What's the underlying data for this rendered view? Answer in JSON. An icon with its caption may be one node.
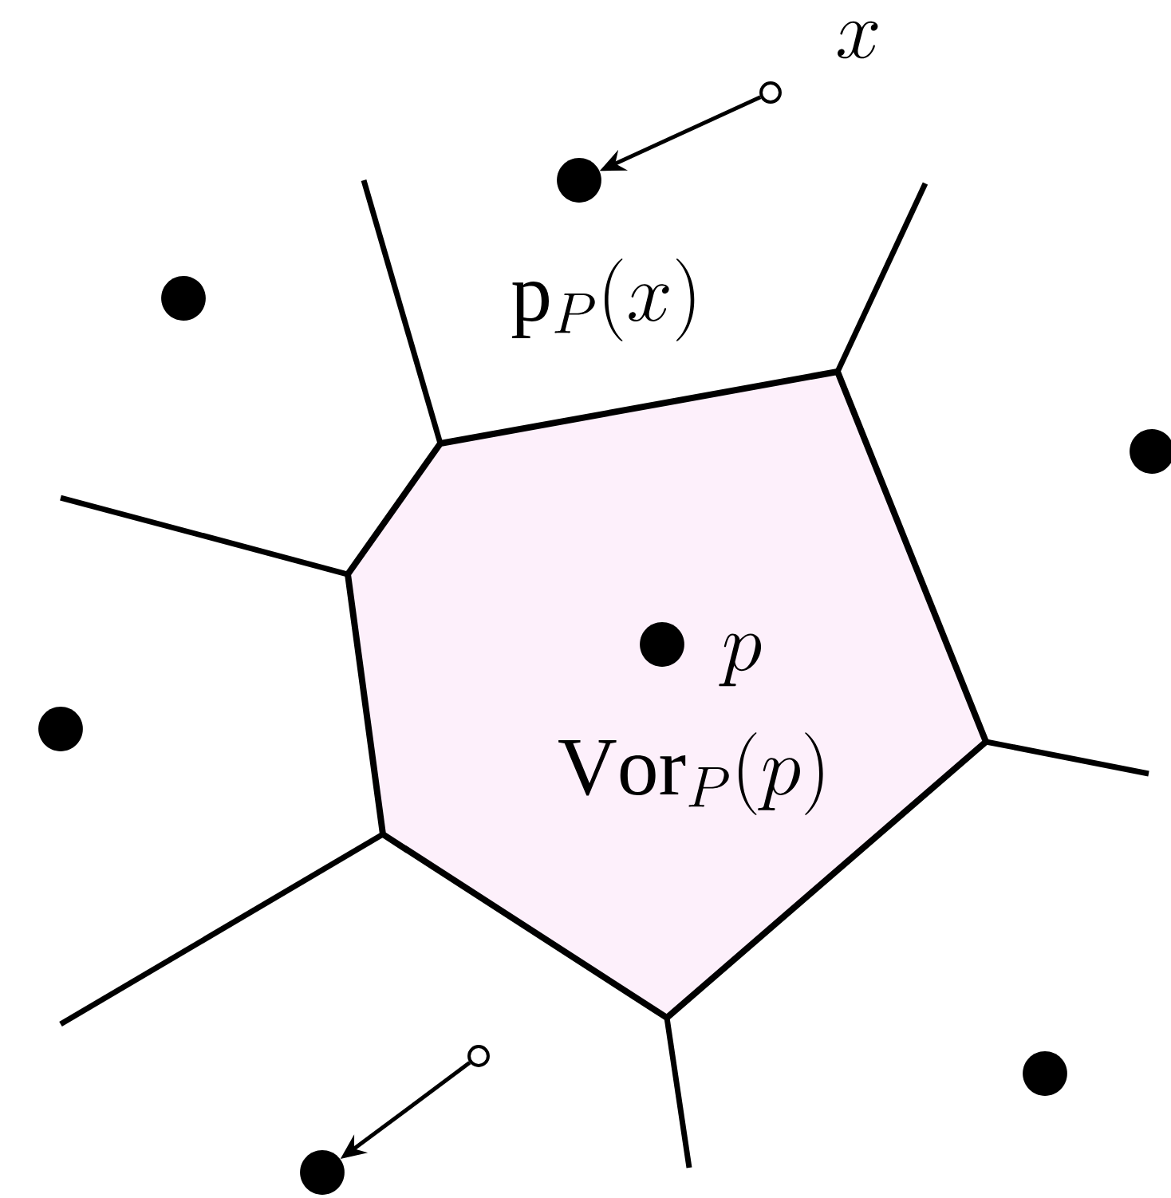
{
  "diagram": {
    "nodes": [
      {
        "text": [],
        "shape": "circle"
      },
      {
        "text": [],
        "shape": "circle"
      },
      {
        "text": [],
        "shape": "circle"
      },
      {
        "text": [],
        "shape": "circle"
      },
      {
        "text": [
          "\\mathrm{Vor}_P(p)"
        ]
      },
      {
        "text": [],
        "shape": "circle",
        "in": 4
      },
      {
        "text": [],
        "shape": "circle"
      },
      {
        "text": [],
        "shape": "circle"
      },
      {
        "text": [],
        "shape": "circle"
      },
      {
        "text": [],
        "shape": "circle"
      }
    ],
    "edges": [
      {
        "from": 0,
        "to": 1,
        "arrow": "to"
      },
      {
        "from": 8,
        "to": 9,
        "arrow": "to"
      }
    ],
    "labels": [
      "x",
      "\\mathrm{p}_P(x)",
      "p"
    ]
  }
}
